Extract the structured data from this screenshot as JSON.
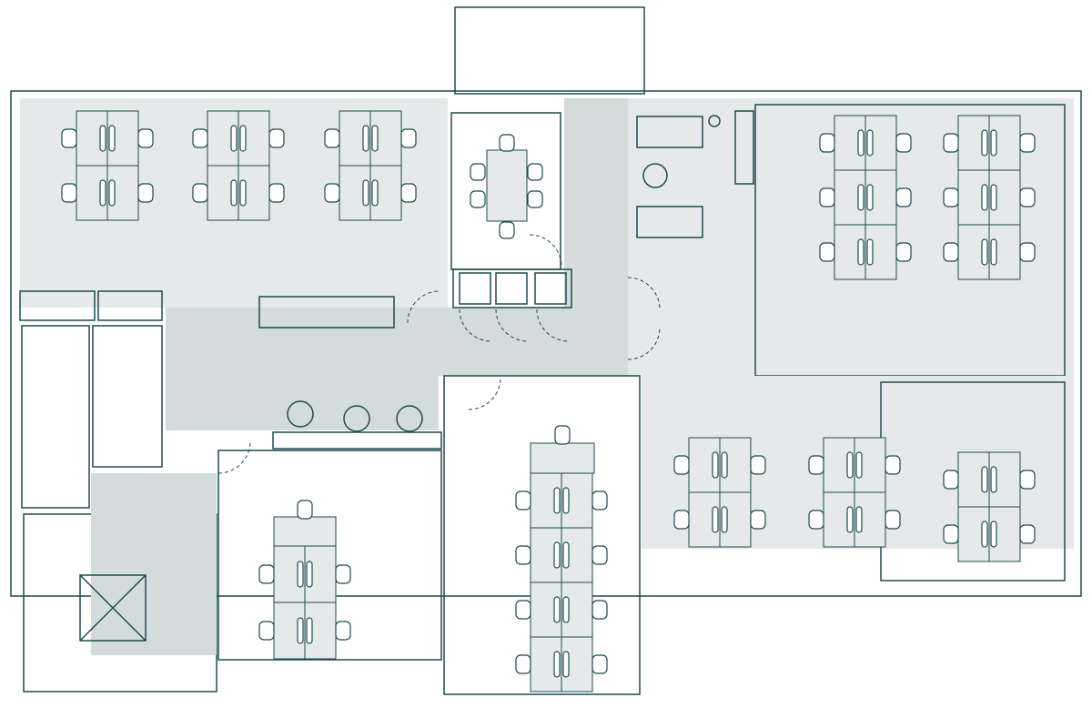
{
  "plan": {
    "colors": {
      "wall": "#1f4a4f",
      "floor": "#e6e9e9",
      "corridor": "#d3dbdb",
      "meeting_room": "#8fa0a2",
      "private_office": "#b98a68",
      "restrooms": "#e0b3d8",
      "phone_booths": "#fdd490"
    },
    "workstation_clusters": 10,
    "meeting_room_seats": 6,
    "phone_booths": 3
  }
}
